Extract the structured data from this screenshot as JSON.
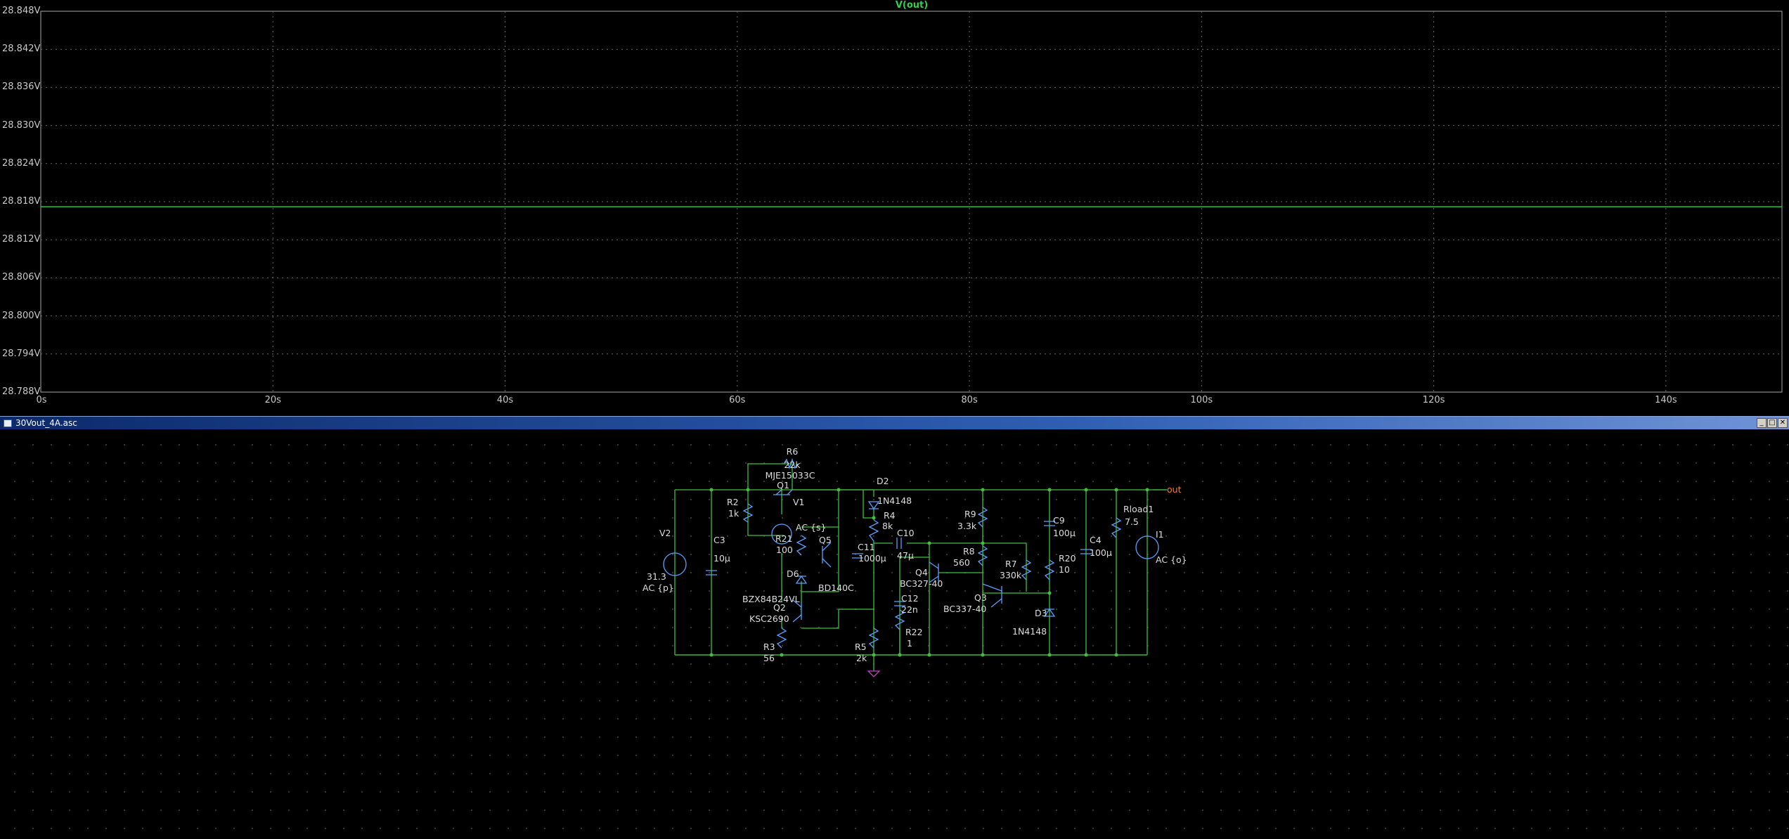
{
  "plot": {
    "trace_title": "V(out)",
    "trace_color": "#2fd04a",
    "y_ticks": [
      "28.848V",
      "28.842V",
      "28.836V",
      "28.830V",
      "28.824V",
      "28.818V",
      "28.812V",
      "28.806V",
      "28.800V",
      "28.794V",
      "28.788V"
    ],
    "x_ticks": [
      "0s",
      "20s",
      "40s",
      "60s",
      "80s",
      "100s",
      "120s",
      "140s"
    ]
  },
  "chart_data": {
    "type": "line",
    "title": "V(out)",
    "xlabel": "",
    "ylabel": "",
    "xlim": [
      0,
      150
    ],
    "ylim": [
      28.788,
      28.848
    ],
    "grid": true,
    "series": [
      {
        "name": "V(out)",
        "color": "#2fd04a",
        "x": [
          0,
          150
        ],
        "y": [
          28.8172,
          28.8172
        ]
      }
    ]
  },
  "schematic_window": {
    "title": "30Vout_4A.asc",
    "buttons": [
      "_",
      "□",
      "✕"
    ]
  },
  "schematic": {
    "net_label": "out",
    "components": [
      {
        "ref": "R6",
        "value": "22k"
      },
      {
        "ref": "Q1",
        "value": "MJE15033C"
      },
      {
        "ref": "R2",
        "value": "1k"
      },
      {
        "ref": "V1",
        "value": "AC {s}"
      },
      {
        "ref": "D2",
        "value": "1N4148"
      },
      {
        "ref": "R4",
        "value": "8k"
      },
      {
        "ref": "R21",
        "value": "100"
      },
      {
        "ref": "Q5",
        "value": "BD140C"
      },
      {
        "ref": "C11",
        "value": "1000µ"
      },
      {
        "ref": "D6",
        "value": "BZX84B24VL"
      },
      {
        "ref": "V2",
        "value": "31.3",
        "value2": "AC {p}"
      },
      {
        "ref": "C3",
        "value": "10µ"
      },
      {
        "ref": "Q2",
        "value": "KSC2690"
      },
      {
        "ref": "R3",
        "value": "56"
      },
      {
        "ref": "R5",
        "value": "2k"
      },
      {
        "ref": "C10",
        "value": "47µ"
      },
      {
        "ref": "C12",
        "value": "22n"
      },
      {
        "ref": "R22",
        "value": "1"
      },
      {
        "ref": "R9",
        "value": "3.3k"
      },
      {
        "ref": "R8",
        "value": "560"
      },
      {
        "ref": "Q4",
        "value": "BC327-40"
      },
      {
        "ref": "R7",
        "value": "330k"
      },
      {
        "ref": "Q3",
        "value": "BC337-40"
      },
      {
        "ref": "C9",
        "value": "100µ"
      },
      {
        "ref": "R20",
        "value": "10"
      },
      {
        "ref": "D3",
        "value": "1N4148"
      },
      {
        "ref": "C4",
        "value": "100µ"
      },
      {
        "ref": "Rload1",
        "value": "7.5"
      },
      {
        "ref": "I1",
        "value": "AC {o}"
      }
    ]
  }
}
